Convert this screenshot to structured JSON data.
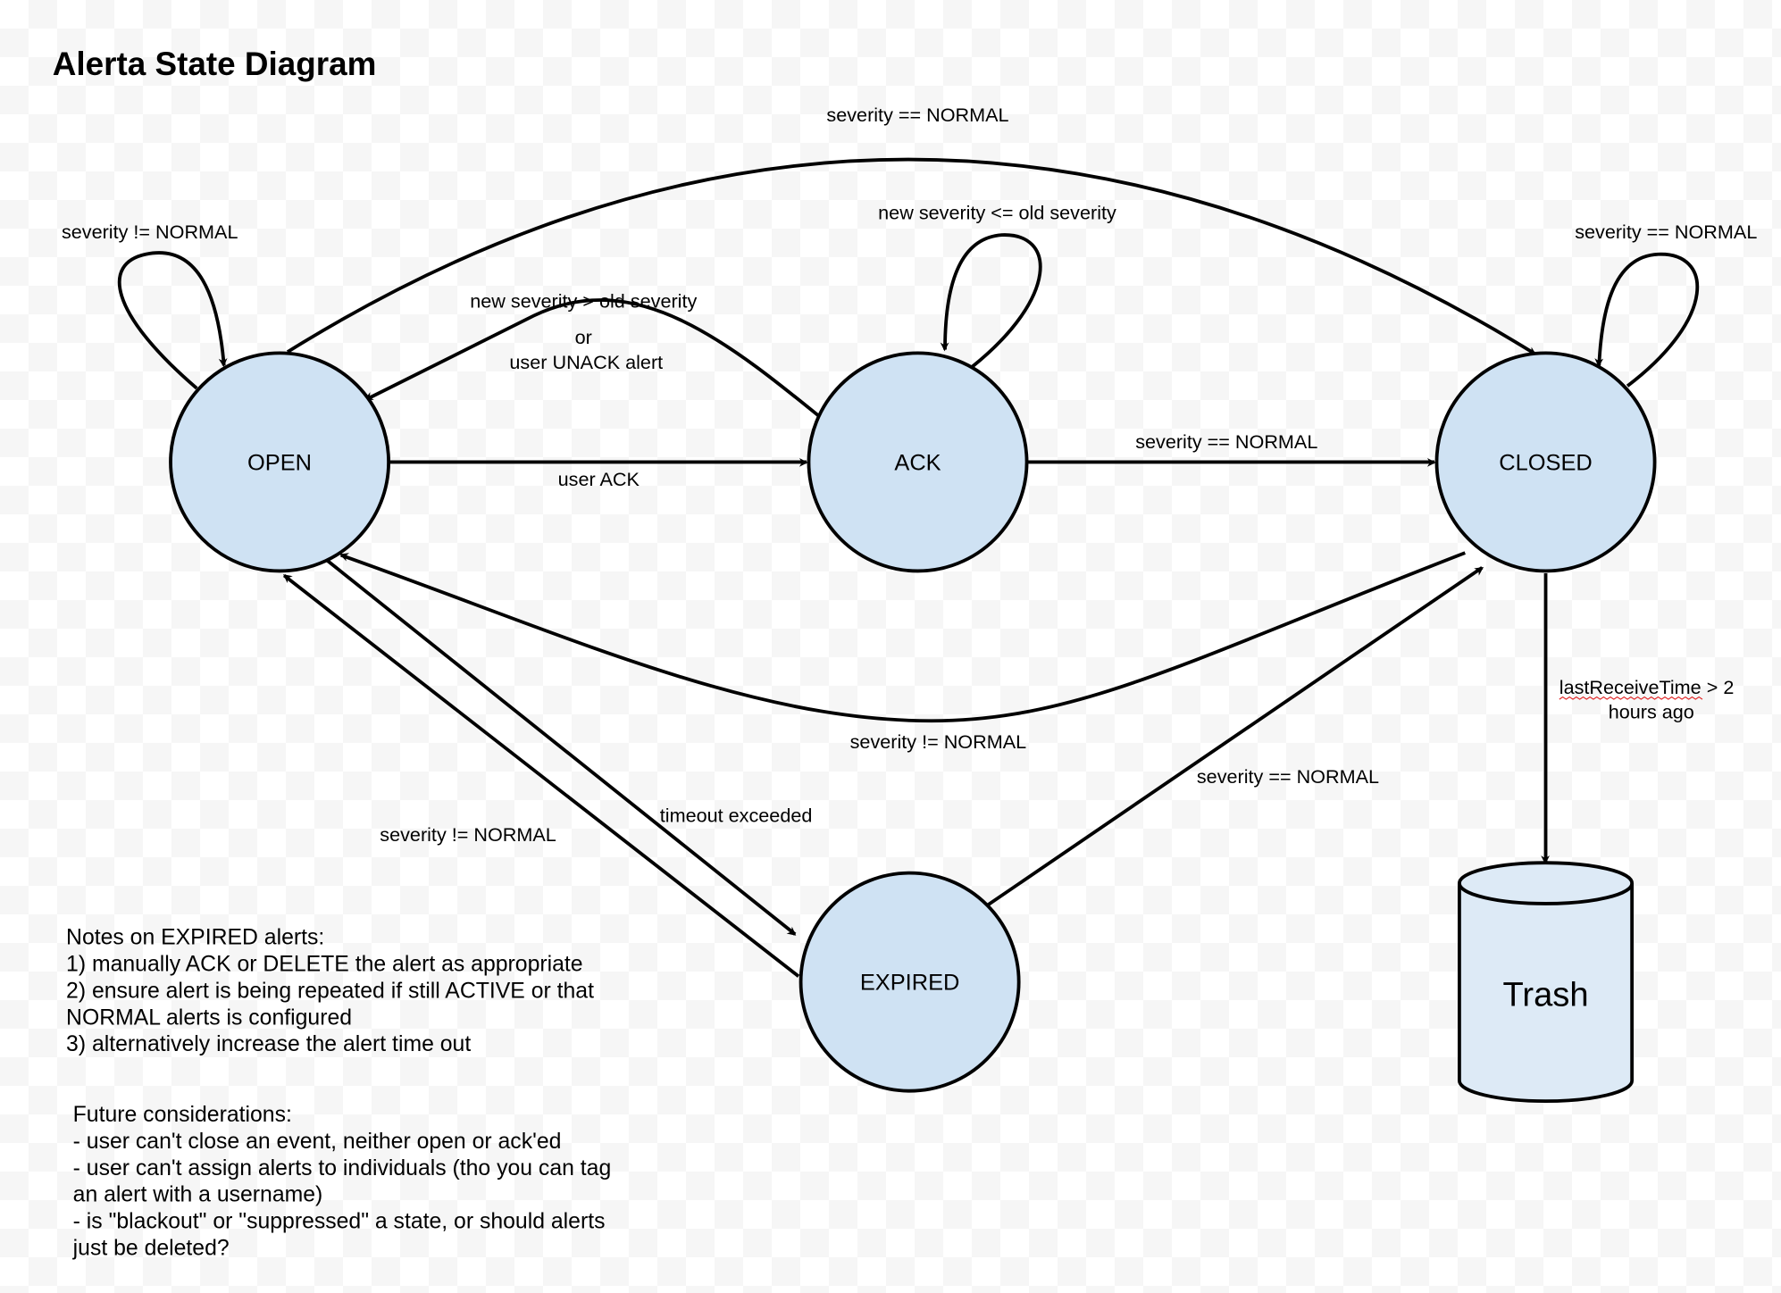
{
  "title": "Alerta State Diagram",
  "colors": {
    "state_fill": "#cfe2f3",
    "trash_fill": "#ddeaf6",
    "stroke": "#000000",
    "spellcheck": "#e02020"
  },
  "states": {
    "open": "OPEN",
    "ack": "ACK",
    "closed": "CLOSED",
    "expired": "EXPIRED",
    "trash": "Trash"
  },
  "transitions": {
    "open_self": "severity != NORMAL",
    "open_to_closed": "severity == NORMAL",
    "ack_self": "new severity <= old severity",
    "closed_self": "severity == NORMAL",
    "ack_to_open": [
      "new severity > old severity",
      "or",
      "user UNACK alert"
    ],
    "open_to_ack": "user ACK",
    "ack_to_closed": "severity == NORMAL",
    "closed_to_open": "severity != NORMAL",
    "closed_to_trash": [
      "lastReceiveTime",
      " > 2",
      "hours ago"
    ],
    "expired_to_closed": "severity == NORMAL",
    "open_to_expired": "timeout exceeded",
    "expired_to_open": "severity != NORMAL"
  },
  "notes": {
    "expired": [
      "Notes on EXPIRED alerts:",
      "1) manually ACK or DELETE the alert as appropriate",
      "2) ensure alert is being repeated if still ACTIVE or that",
      "NORMAL alerts is configured",
      "3) alternatively increase the alert time out"
    ],
    "future": [
      "Future considerations:",
      "- user can't close an event, neither open or ack'ed",
      "- user can't assign alerts to individuals (tho you can tag",
      "an alert with a username)",
      "- is \"blackout\" or \"suppressed\" a state, or should alerts",
      "just be deleted?"
    ]
  }
}
